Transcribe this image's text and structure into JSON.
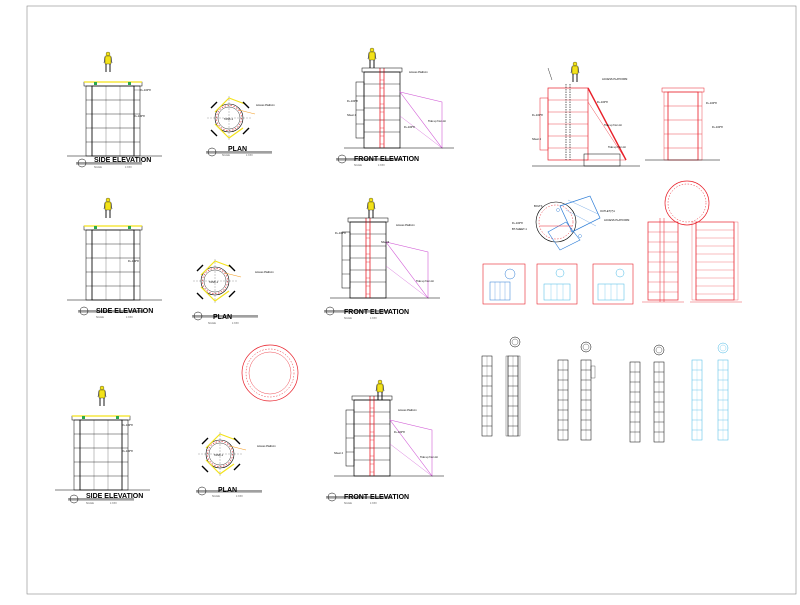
{
  "titles": {
    "side_elevation": "SIDE ELEVATION",
    "plan": "PLAN",
    "front_elevation": "FRONT ELEVATION",
    "scale_word": "SCALE",
    "scale_value": "1:XXX"
  },
  "labels": {
    "level_a": "FL-100*8",
    "level_b": "FL-100*8",
    "access_platform": "Access Platform",
    "access_platform_caps": "ACCESS PLATFORM",
    "sheet_ref": "Sheet 4",
    "sheet_ref_2": "Sheet3",
    "tank_id": "TANK-1",
    "ladder_note": "Tide up from Ht",
    "bolts": "BOLTS",
    "outlet_note": "OUTLET(?)1",
    "bt_sheet": "BT-SHEET-1"
  },
  "colors": {
    "line": "#000000",
    "red": "#e8202a",
    "blue": "#2a7bd6",
    "cyan": "#45b8e6",
    "magenta": "#d15bd6",
    "yellow": "#f3e21a",
    "orange": "#f29a1e",
    "green": "#2aa84a"
  }
}
